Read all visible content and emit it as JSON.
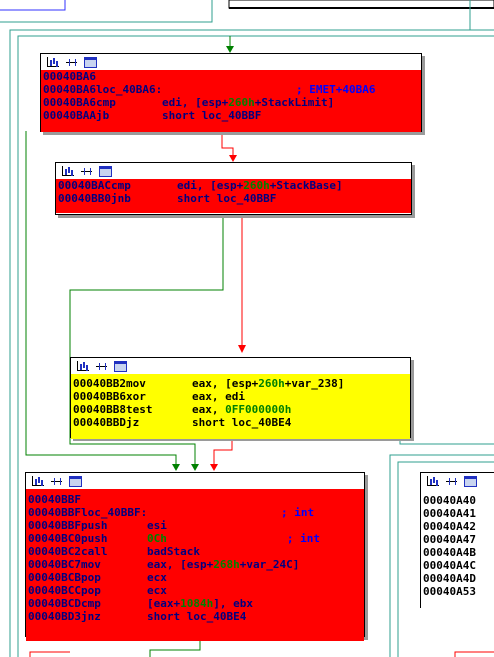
{
  "nodes": {
    "n1": {
      "lines": [
        {
          "addr": "00040BA6",
          "mn": "",
          "op": ""
        },
        {
          "addr": "00040BA6",
          "label": "loc_40BA6:",
          "comment": "; EMET+40BA6"
        },
        {
          "addr": "00040BA6",
          "mn": "cmp",
          "op_pre": "edi, [esp+",
          "op_num": "260h",
          "op_post": "+StackLimit]"
        },
        {
          "addr": "00040BAA",
          "mn": "jb",
          "op_pre": "short loc_40BBF",
          "op_num": "",
          "op_post": ""
        }
      ]
    },
    "n2": {
      "lines": [
        {
          "addr": "00040BAC",
          "mn": "cmp",
          "op_pre": "edi, [esp+",
          "op_num": "260h",
          "op_post": "+StackBase]"
        },
        {
          "addr": "00040BB0",
          "mn": "jnb",
          "op_pre": "short loc_40BBF",
          "op_num": "",
          "op_post": ""
        }
      ]
    },
    "n3": {
      "lines": [
        {
          "addr": "00040BB2",
          "mn": "mov",
          "op_pre": "eax, [esp+",
          "op_num": "260h",
          "op_post": "+var_238]"
        },
        {
          "addr": "00040BB6",
          "mn": "xor",
          "op_pre": "eax, edi",
          "op_num": "",
          "op_post": ""
        },
        {
          "addr": "00040BB8",
          "mn": "test",
          "op_pre": "eax, ",
          "op_num": "0FF000000h",
          "op_post": ""
        },
        {
          "addr": "00040BBD",
          "mn": "jz",
          "op_pre": "short loc_40BE4",
          "op_num": "",
          "op_post": ""
        }
      ]
    },
    "n4": {
      "lines": [
        {
          "addr": "00040BBF",
          "mn": "",
          "op": ""
        },
        {
          "addr": "00040BBF",
          "label": "loc_40BBF:",
          "comment": "; int"
        },
        {
          "addr": "00040BBF",
          "mn": "push",
          "op_pre": "esi",
          "op_num": "",
          "op_post": ""
        },
        {
          "addr": "00040BC0",
          "mn": "push",
          "op_pre": "",
          "op_num": "0Ch",
          "op_post": "",
          "comment": "; int"
        },
        {
          "addr": "00040BC2",
          "mn": "call",
          "op_pre": "badStack",
          "op_num": "",
          "op_post": ""
        },
        {
          "addr": "00040BC7",
          "mn": "mov",
          "op_pre": "eax, [esp+",
          "op_num": "268h",
          "op_post": "+var_24C]"
        },
        {
          "addr": "00040BCB",
          "mn": "pop",
          "op_pre": "ecx",
          "op_num": "",
          "op_post": ""
        },
        {
          "addr": "00040BCC",
          "mn": "pop",
          "op_pre": "ecx",
          "op_num": "",
          "op_post": ""
        },
        {
          "addr": "00040BCD",
          "mn": "cmp",
          "op_pre": "[eax+",
          "op_num": "1084h",
          "op_post": "], ebx"
        },
        {
          "addr": "00040BD3",
          "mn": "jnz",
          "op_pre": "short loc_40BE4",
          "op_num": "",
          "op_post": ""
        }
      ]
    },
    "n5": {
      "lines": [
        {
          "addr": "00040A40"
        },
        {
          "addr": "00040A41"
        },
        {
          "addr": "00040A42"
        },
        {
          "addr": "00040A47"
        },
        {
          "addr": "00040A4B"
        },
        {
          "addr": "00040A4C"
        },
        {
          "addr": "00040A4D"
        },
        {
          "addr": "00040A53"
        }
      ]
    }
  },
  "colors": {
    "red_block": "#ff0000",
    "yellow_block": "#ffff00",
    "edge_green": "#008000",
    "edge_red": "#ff0000",
    "edge_blue": "#3030ff",
    "edge_teal": "#2f9f8f"
  },
  "icons": [
    "bar-chart-icon",
    "graph-icon",
    "window-icon"
  ]
}
